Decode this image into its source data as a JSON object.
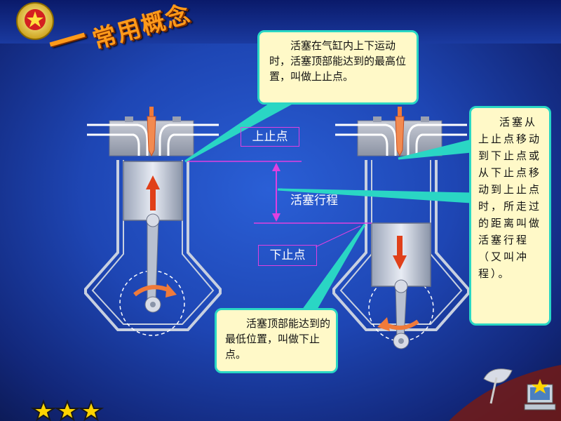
{
  "title": {
    "number": "一",
    "text": "常用概念"
  },
  "callouts": {
    "tdc": "活塞在气缸内上下运动时，活塞顶部能达到的最高位置，叫做上止点。",
    "stroke": "活塞从上止点移动到下止点或从下止点移动到上止点时，所走过的距离叫做活塞行程（又叫冲程）。",
    "bdc": "活塞顶部能达到的最低位置，叫做下止点。"
  },
  "labels": {
    "tdc": "上止点",
    "bdc": "下止点",
    "stroke": "活塞行程"
  },
  "decor": {
    "stars": [
      "star-icon",
      "star-icon",
      "star-icon"
    ],
    "emblem": "army-emblem-icon",
    "corner": "satellite-dish-computer-icon"
  },
  "colors": {
    "callout_border": "#2ad6c4",
    "callout_bg": "#fff9c8",
    "arrow": "#e0401a",
    "dim_line": "#e040e0",
    "title": "#ff9a1a"
  }
}
